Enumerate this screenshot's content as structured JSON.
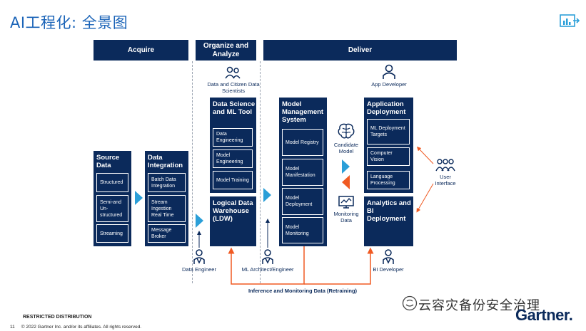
{
  "page": {
    "title": "AI工程化: 全景图"
  },
  "headers": {
    "acquire": "Acquire",
    "organize": "Organize and Analyze",
    "deliver": "Deliver"
  },
  "source_data": {
    "title": "Source Data",
    "items": [
      "Structured",
      "Semi-and Un-structured",
      "Streaming"
    ]
  },
  "data_integration": {
    "title": "Data Integration",
    "items": [
      "Batch Data Integration",
      "Stream Ingestion Real Time",
      "Message Broker"
    ]
  },
  "ds_tool": {
    "title": "Data Science and ML Tool",
    "items": [
      "Data Engineering",
      "Model Engineering",
      "Model Training"
    ]
  },
  "ldw": {
    "title": "Logical Data Warehouse (LDW)"
  },
  "mms": {
    "title": "Model Management System",
    "items": [
      "Model Registry",
      "Model Manifestation",
      "Model Deployment",
      "Model Monitoring"
    ]
  },
  "app_deploy": {
    "title": "Application Deployment",
    "items": [
      "ML Deployment Targets",
      "Computer Vision",
      "Language Processing"
    ]
  },
  "analytics": {
    "title": "Analytics and BI Deployment"
  },
  "actors": {
    "citizen": "Data and Citizen Data Scientists",
    "app_dev": "App Developer",
    "candidate": "Candidate Model",
    "monitoring": "Monitoring Data",
    "user": "User Interface",
    "data_engineer": "Data Engineer",
    "ml_architect": "ML Architect/Engineer",
    "bi_dev": "BI Developer"
  },
  "loop_label": "Inference and Monitoring Data (Retraining)",
  "footer": {
    "restricted": "RESTRICTED DISTRIBUTION",
    "page_num": "11",
    "copyright": "© 2022 Gartner Inc. and/or its affiliates. All rights reserved."
  },
  "watermark": "云容灾备份安全治理",
  "brand": "Gartner.",
  "colors": {
    "navy": "#0b2a5b",
    "accent_blue": "#2b9fd8",
    "orange": "#f05a22",
    "title_blue": "#1b64b8"
  }
}
